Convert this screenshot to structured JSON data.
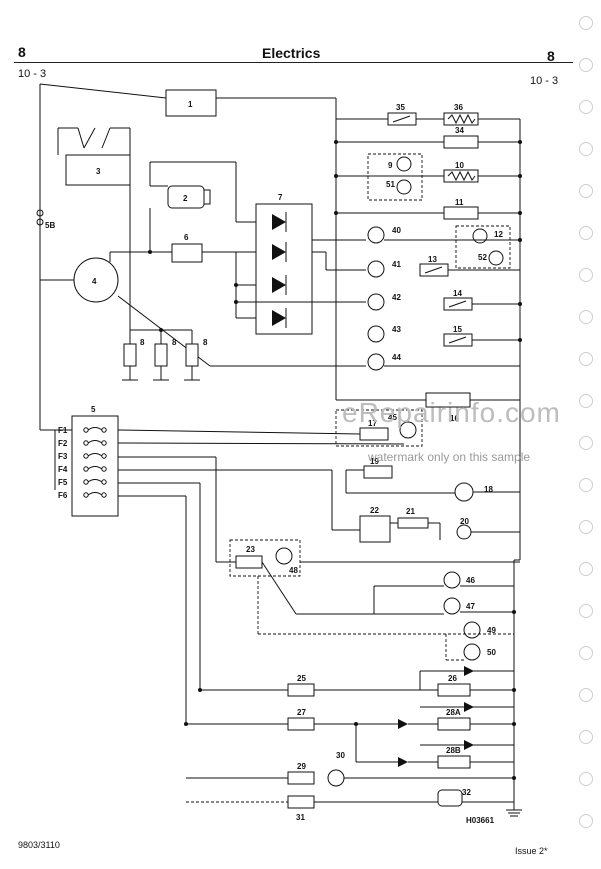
{
  "header": {
    "section_left": "8",
    "title": "Electrics",
    "section_right": "8",
    "page_left": "10 - 3",
    "page_right": "10 - 3"
  },
  "footer": {
    "doc_number": "9803/3110",
    "issue": "Issue 2*"
  },
  "watermark": {
    "site": "eRepairinfo.com",
    "note": "watermark only on this sample"
  },
  "diagram": {
    "drawing_ref": "H03661",
    "fuse_labels": [
      "F1",
      "F2",
      "F3",
      "F4",
      "F5",
      "F6"
    ],
    "component_numbers": [
      "1",
      "2",
      "3",
      "4",
      "5",
      "5B",
      "6",
      "7",
      "8",
      "9",
      "10",
      "11",
      "12",
      "13",
      "14",
      "15",
      "16",
      "17",
      "18",
      "19",
      "20",
      "21",
      "22",
      "23",
      "25",
      "26",
      "27",
      "28A",
      "28B",
      "29",
      "30",
      "31",
      "32",
      "34",
      "35",
      "36",
      "40",
      "41",
      "42",
      "43",
      "44",
      "45",
      "46",
      "47",
      "48",
      "49",
      "50",
      "51",
      "52"
    ]
  }
}
